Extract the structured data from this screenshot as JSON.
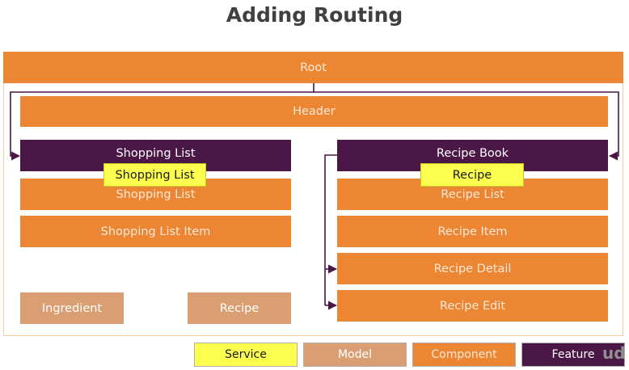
{
  "title": "Adding Routing",
  "nodes": {
    "root": "Root",
    "header": "Header",
    "shopping_list_feature": "Shopping List",
    "shopping_list_service": "Shopping List",
    "shopping_list": "Shopping List",
    "shopping_list_item": "Shopping List Item",
    "ingredient": "Ingredient",
    "recipe_model": "Recipe",
    "recipe_book_feature": "Recipe Book",
    "recipe_service": "Recipe",
    "recipe_list": "Recipe List",
    "recipe_item": "Recipe Item",
    "recipe_detail": "Recipe Detail",
    "recipe_edit": "Recipe Edit"
  },
  "legend": {
    "service": "Service",
    "model": "Model",
    "component": "Component",
    "feature": "Feature"
  },
  "colors": {
    "component": "#ec8633",
    "feature": "#4a1747",
    "model": "#d99f72",
    "service": "#fdff4f"
  },
  "watermark": "ud"
}
